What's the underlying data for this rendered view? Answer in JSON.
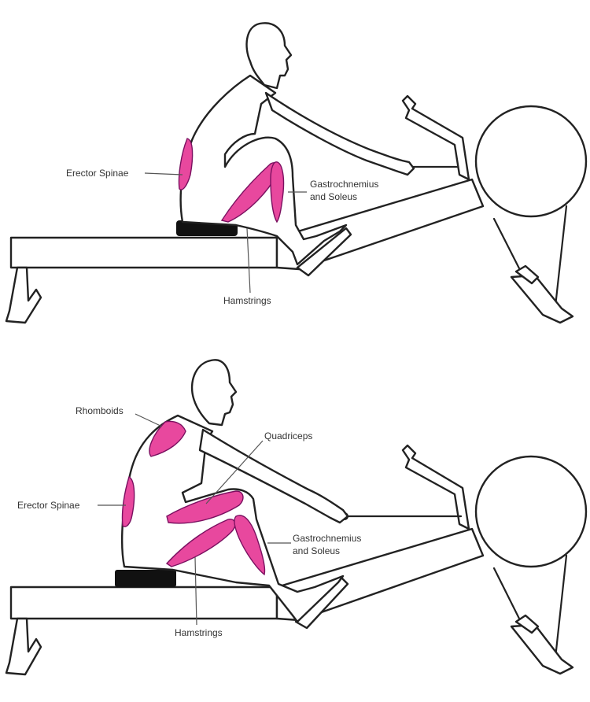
{
  "colors": {
    "muscle": "#e8489e",
    "muscle_dark": "#b0127a",
    "outline": "#222222",
    "seat": "#111111",
    "label": "#333333"
  },
  "top_figure": {
    "labels": {
      "erector_spinae": "Erector Spinae",
      "gastroc_line1": "Gastrochnemius",
      "gastroc_line2": "and Soleus",
      "hamstrings": "Hamstrings"
    }
  },
  "bottom_figure": {
    "labels": {
      "rhomboids": "Rhomboids",
      "quadriceps": "Quadriceps",
      "erector_spinae": "Erector Spinae",
      "gastroc_line1": "Gastrochnemius",
      "gastroc_line2": "and Soleus",
      "hamstrings": "Hamstrings"
    }
  }
}
